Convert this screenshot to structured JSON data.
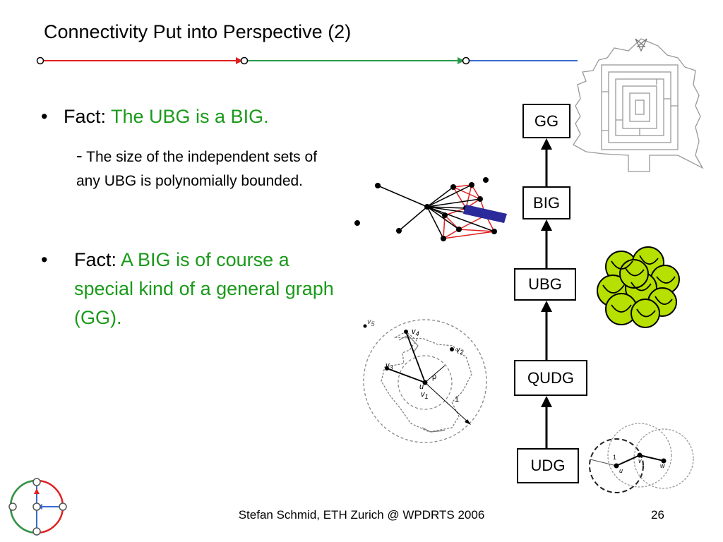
{
  "slide": {
    "title": "Connectivity Put into Perspective (2)",
    "fact1": {
      "label": "Fact:",
      "highlight": "The UBG is a BIG.",
      "sub_dash": "-",
      "sub_text": "The size of the independent sets of any UBG is polynomially bounded."
    },
    "fact2": {
      "label": "Fact:",
      "highlight": "A BIG is of course a special kind of a general graph (GG)."
    },
    "hierarchy": [
      "GG",
      "BIG",
      "UBG",
      "QUDG",
      "UDG"
    ],
    "qudg_labels": {
      "v5": "v",
      "v5s": "5",
      "v4": "v",
      "v4s": "4",
      "v2": "v",
      "v2s": "2",
      "v3": "v",
      "v3s": "3",
      "u": "u",
      "v1": "v",
      "v1s": "1",
      "rho": "ρ",
      "one": "1"
    },
    "udg_labels": {
      "one": "1",
      "u": "u",
      "v": "v",
      "w": "w"
    },
    "footer": "Stefan Schmid, ETH Zurich @ WPDRTS 2006",
    "page_number": "26",
    "colors": {
      "accent_green": "#1a9a1a",
      "line_red": "#e02020",
      "line_green": "#2a9a4a",
      "line_blue": "#3a6ad0"
    }
  }
}
